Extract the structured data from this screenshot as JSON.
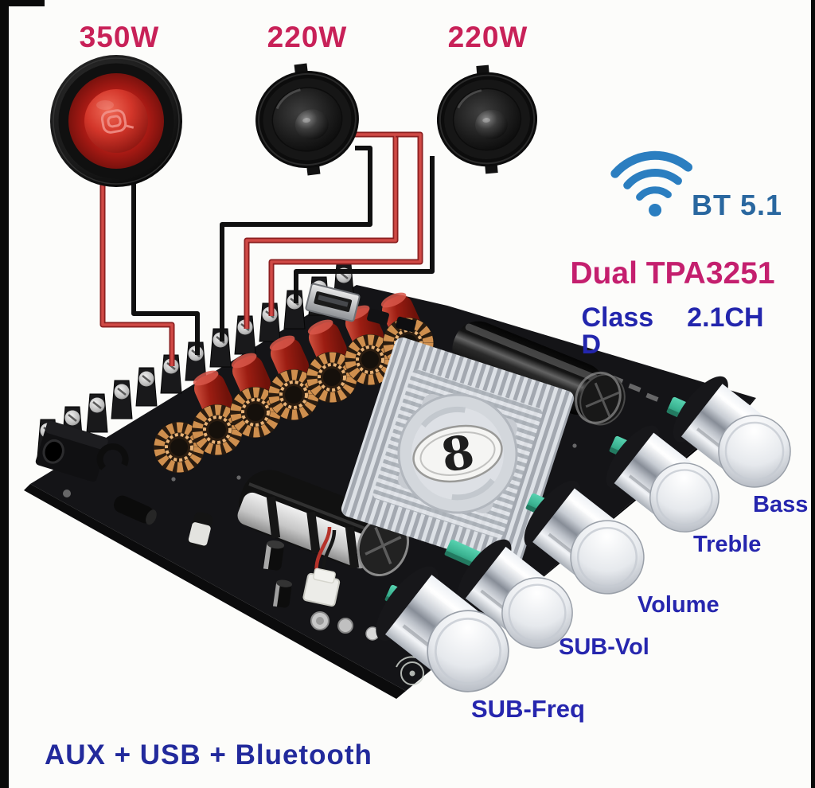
{
  "speakers": [
    {
      "power": "350W",
      "kind": "red subwoofer"
    },
    {
      "power": "220W",
      "kind": "black midrange"
    },
    {
      "power": "220W",
      "kind": "black midrange"
    }
  ],
  "badges": {
    "bluetooth": "BT 5.1",
    "chipset": "Dual TPA3251",
    "amp_class": "Class D",
    "channels": "2.1CH"
  },
  "knobs": [
    {
      "label": "Bass"
    },
    {
      "label": "Treble"
    },
    {
      "label": "Volume"
    },
    {
      "label": "SUB-Vol"
    },
    {
      "label": "SUB-Freq"
    }
  ],
  "footer": {
    "inputs": "AUX + USB + Bluetooth"
  },
  "board": {
    "heatsink_badge": "8"
  },
  "icons": {
    "bluetooth_signal": "wifi-style signal arcs with dot"
  },
  "colors": {
    "power_label": "#c82158",
    "chipset_label": "#c41f6e",
    "class_blue": "#2326ad",
    "bt_icon_blue": "#2b7ec0",
    "bt_text_blue": "#29679f",
    "knob_label_blue": "#2626ae",
    "footer_blue": "#222a9c",
    "pcb_black": "#141417",
    "toroid_copper": "#cf8f4e",
    "capacitor_red": "#b03225",
    "heatsink_silver": "#ccd0d6",
    "terminal_teal": "#45c2a0",
    "wire_red": "#c03a38",
    "wire_black": "#101010"
  }
}
